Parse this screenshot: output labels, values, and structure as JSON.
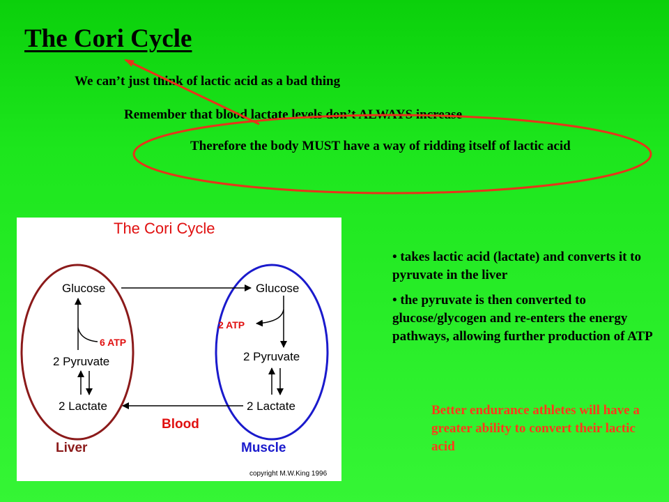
{
  "slide": {
    "title": "The Cori Cycle",
    "line1": "We can’t just think of lactic acid as a bad thing",
    "line2": "Remember that blood lactate levels don’t ALWAYS increase",
    "line3": "Therefore the body MUST have a way of ridding itself of lactic acid"
  },
  "diagram": {
    "title": "The Cori Cycle",
    "liver": {
      "label": "Liver",
      "glucose": "Glucose",
      "atp": "6 ATP",
      "pyruvate": "2 Pyruvate",
      "lactate": "2 Lactate"
    },
    "muscle": {
      "label": "Muscle",
      "glucose": "Glucose",
      "atp": "2 ATP",
      "pyruvate": "2 Pyruvate",
      "lactate": "2 Lactate"
    },
    "blood": "Blood",
    "copyright": "copyright M.W.King 1996"
  },
  "bullets": [
    "• takes lactic acid (lactate) and converts it to pyruvate in the liver",
    "• the pyruvate is then converted to glucose/glycogen and re-enters the energy pathways, allowing further production of ATP"
  ],
  "note": "Better endurance athletes will have a greater ability to convert their lactic acid",
  "colors": {
    "background": "#1de61d",
    "annotation_red": "#e8331a",
    "liver_oval": "#8b1a1a",
    "muscle_oval": "#1a1acc",
    "atp_red": "#e01010"
  }
}
